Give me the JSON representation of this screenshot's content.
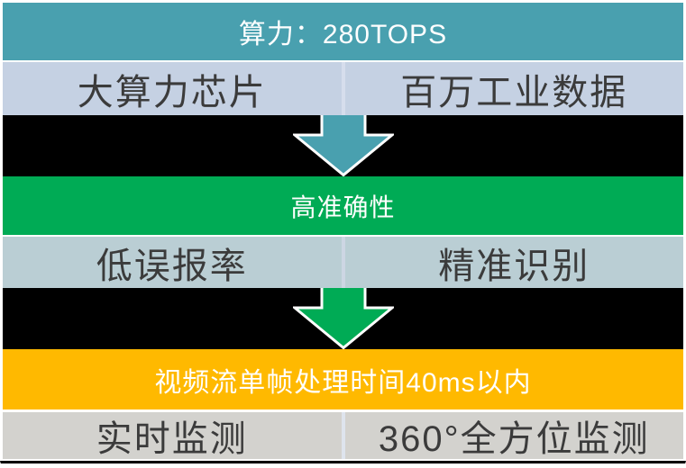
{
  "sections": [
    {
      "header": "算力：280TOPS",
      "header_bg": "#49A0AF",
      "row_bg": "#C5D1E3",
      "divider_color": "#D6DDEC",
      "cells": [
        "大算力芯片",
        "百万工业数据"
      ]
    },
    {
      "header": "高准确性",
      "header_bg": "#00AB55",
      "row_bg": "#BACED4",
      "divider_color": "#CDD6E3",
      "cells": [
        "低误报率",
        "精准识别"
      ]
    },
    {
      "header": "视频流单帧处理时间40ms以内",
      "header_bg": "#FFB900",
      "row_bg": "#D3D2CE",
      "divider_color": "#DEE4ED",
      "cells": [
        "实时监测",
        "360°全方位监测"
      ]
    }
  ],
  "arrows": [
    {
      "fill": "#49A0AF",
      "outline": "#FFFFFF"
    },
    {
      "fill": "#00AB55",
      "outline": "#FFFFFF"
    }
  ],
  "colors": {
    "band_bg": "#000000",
    "frame_bg": "#FFFFFF",
    "cell_text": "#3B3B3B",
    "header_text": "#FFFFFF"
  }
}
